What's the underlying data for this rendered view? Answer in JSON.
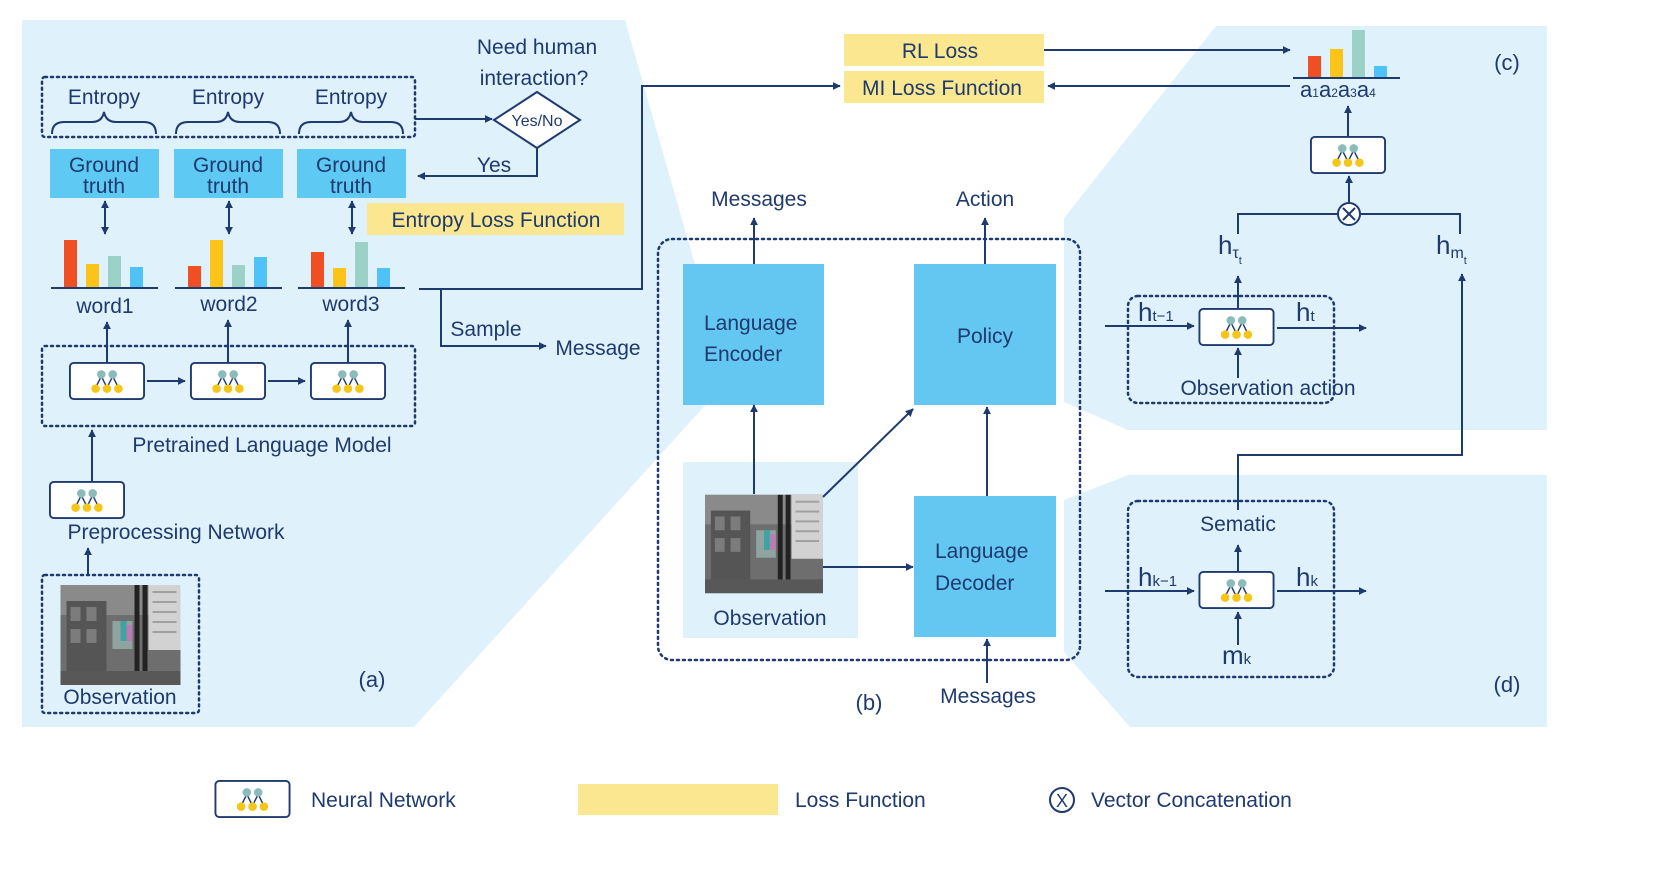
{
  "colors": {
    "panel_bg": "#dff1fb",
    "box_blue": "#5ec9f3",
    "block_blue": "#63c7f2",
    "loss_yellow": "#fbe78f",
    "line": "#1f3a6e",
    "node_teal": "#8bbcb9",
    "node_yellow": "#f5c518",
    "bar_red": "#f04e23",
    "bar_yellow": "#fcc419",
    "bar_teal": "#9cd1c8",
    "bar_blue": "#4fc3f7"
  },
  "panel_a": {
    "entropy": [
      "Entropy",
      "Entropy",
      "Entropy"
    ],
    "question": [
      "Need human",
      "interaction?"
    ],
    "decision": "Yes/No",
    "yes": "Yes",
    "ground_truth": [
      [
        "Ground",
        "truth"
      ],
      [
        "Ground",
        "truth"
      ],
      [
        "Ground",
        "truth"
      ]
    ],
    "entropy_loss": "Entropy Loss Function",
    "words": [
      "word1",
      "word2",
      "word3"
    ],
    "sample": "Sample",
    "message": "Message",
    "plm_label": "Pretrained Language Model",
    "preproc_label": "Preprocessing Network",
    "observation": "Observation",
    "label": "(a)"
  },
  "panel_b": {
    "messages_top": "Messages",
    "action": "Action",
    "encoder": [
      "Language",
      "Encoder"
    ],
    "policy": "Policy",
    "decoder": [
      "Language",
      "Decoder"
    ],
    "observation": "Observation",
    "messages_bottom": "Messages",
    "label": "(b)"
  },
  "losses": {
    "rl": "RL Loss",
    "mi": "MI Loss Function"
  },
  "panel_c": {
    "actions": [
      "a",
      "1",
      "a",
      "2",
      "a",
      "3",
      "a",
      "4"
    ],
    "h_tau": [
      "h",
      "τ",
      "t"
    ],
    "h_m": [
      "h",
      "m",
      "t"
    ],
    "h_prev": [
      "h",
      "t−1"
    ],
    "h_t": [
      "h",
      "t"
    ],
    "obs_action": "Observation action",
    "label": "(c)"
  },
  "panel_d": {
    "sematic": "Sematic",
    "h_prev": [
      "h",
      "k−1"
    ],
    "h_k": [
      "h",
      "k"
    ],
    "m_k": [
      "m",
      "k"
    ],
    "label": "(d)"
  },
  "legend": {
    "neural": "Neural Network",
    "loss": "Loss Function",
    "concat_symbol": "X",
    "concat": "Vector Concatenation"
  }
}
